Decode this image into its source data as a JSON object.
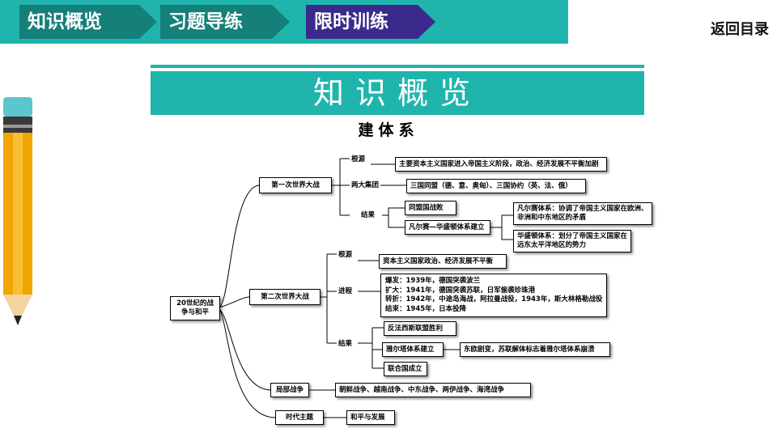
{
  "nav": {
    "tabs": [
      {
        "label": "知识概览"
      },
      {
        "label": "习题导练"
      },
      {
        "label": "限时训练"
      }
    ],
    "back_label": "返回目录"
  },
  "colors": {
    "accent": "#1fb5ad",
    "active_tab": "#3b2a8c",
    "tab_bg": "#157f79"
  },
  "banner": {
    "title": "知识概览"
  },
  "subtitle": "建体系",
  "mindmap": {
    "root": "20世纪的战争与和平",
    "ww1": {
      "label": "第一次世界大战",
      "cause_label": "根源",
      "cause": "主要资本主义国家进入帝国主义阶段，政治、经济发展不平衡加剧",
      "blocs_label": "两大集团",
      "blocs": "三国同盟（德、意、奥匈）、三国协约（英、法、俄）",
      "result_label": "结果",
      "result_1": "同盟国战败",
      "result_2": "凡尔赛—华盛顿体系建立",
      "versailles": "凡尔赛体系：协调了帝国主义国家在欧洲、非洲和中东地区的矛盾",
      "washington": "华盛顿体系：划分了帝国主义国家在远东太平洋地区的势力"
    },
    "ww2": {
      "label": "第二次世界大战",
      "cause_label": "根源",
      "cause": "资本主义国家政治、经济发展不平衡",
      "process_label": "进程",
      "process": [
        "爆发：1939年，德国突袭波兰",
        "扩大：1941年，德国突袭苏联，日军偷袭珍珠港",
        "转折：1942年，中途岛海战，阿拉曼战役，1943年，斯大林格勒战役",
        "结束：1945年，日本投降"
      ],
      "result_label": "结果",
      "result_1": "反法西斯联盟胜利",
      "result_2": "雅尔塔体系建立",
      "result_2_note": "东欧剧变，苏联解体标志着雅尔塔体系崩溃",
      "result_3": "联合国成立"
    },
    "local": {
      "label": "局部战争",
      "wars": "朝鲜战争、越南战争、中东战争、两伊战争、海湾战争"
    },
    "theme": {
      "label": "时代主题",
      "value": "和平与发展"
    }
  }
}
